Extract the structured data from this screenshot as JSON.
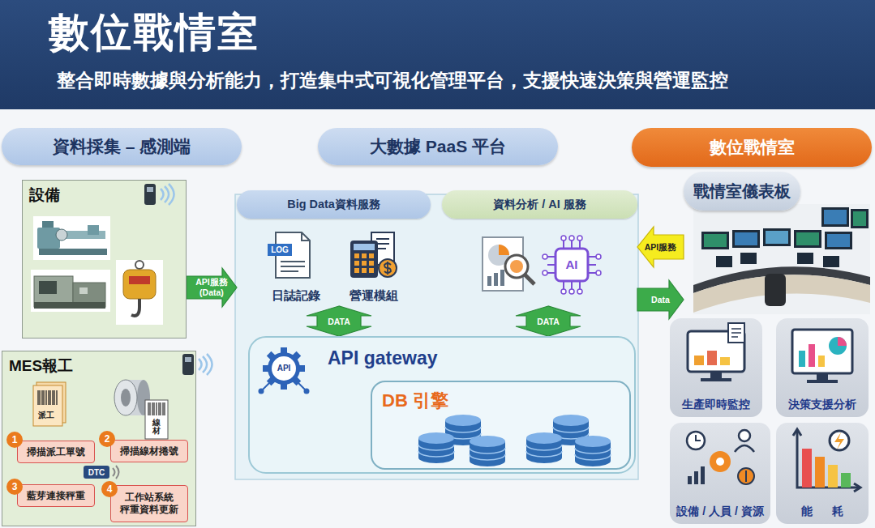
{
  "diagram": {
    "title": "數位戰情室",
    "nodes": [
      {
        "text": [
          "資料採集 – 感測端"
        ]
      },
      {
        "text": [
          "大數據 PaaS 平台"
        ]
      },
      {
        "text": [
          "數位戰情室"
        ]
      },
      {
        "text": [
          "設備"
        ]
      },
      {
        "text": [
          "MES報工"
        ]
      },
      {
        "text": [
          "掃描派工單號"
        ],
        "in": 4
      },
      {
        "text": [
          "掃描線材捲號"
        ],
        "in": 4
      },
      {
        "text": [
          "DTC"
        ],
        "in": 4
      },
      {
        "text": [
          "藍芽連接秤重"
        ],
        "in": 4
      },
      {
        "text": [
          "工作站系統 秤重資料更新"
        ],
        "in": 4
      },
      {
        "text": [
          "Big Data資料服務"
        ]
      },
      {
        "text": [
          "日誌記錄"
        ],
        "in": 10
      },
      {
        "text": [
          "營運模組"
        ],
        "in": 10
      },
      {
        "text": [
          "資料分析 / AI 服務"
        ]
      },
      {
        "text": [
          "API gateway"
        ]
      },
      {
        "text": [
          "DB 引擎"
        ],
        "in": 14
      },
      {
        "text": [
          "戰情室儀表板"
        ]
      },
      {
        "text": [
          "生產即時監控"
        ]
      },
      {
        "text": [
          "決策支援分析"
        ]
      },
      {
        "text": [
          "設備 / 人員 / 資源"
        ]
      },
      {
        "text": [
          "能 耗"
        ]
      }
    ],
    "edges": [
      {
        "from": 3,
        "to": 10,
        "label": "API服務 (Data)",
        "arrow": "to"
      },
      {
        "from": 10,
        "to": 14,
        "label": "DATA",
        "arrow": "both"
      },
      {
        "from": 13,
        "to": 14,
        "label": "DATA",
        "arrow": "both"
      },
      {
        "from": 16,
        "to": 13,
        "label": "API服務",
        "arrow": "to"
      },
      {
        "from": 13,
        "to": 16,
        "label": "Data",
        "arrow": "to"
      }
    ],
    "labels": [
      "整合即時數據與分析能力，打造集中式可視化管理平台，支援快速決策與營運監控",
      "派工",
      "線材",
      "1",
      "2",
      "3",
      "4",
      "LOG",
      "AI",
      "API"
    ]
  }
}
